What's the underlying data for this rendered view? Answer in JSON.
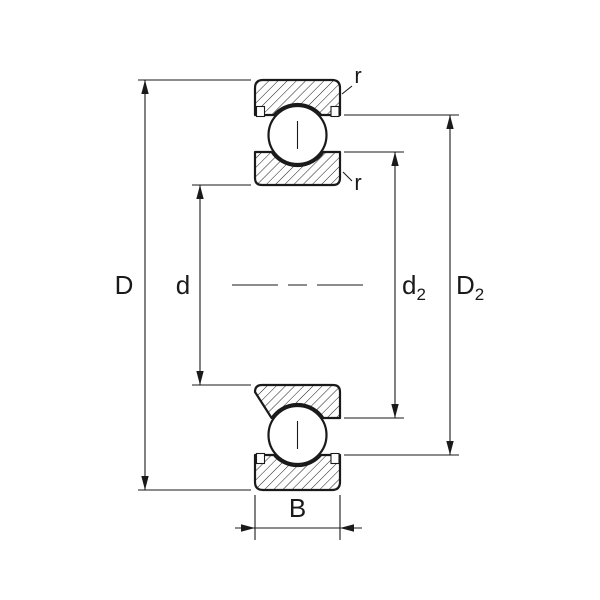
{
  "diagram": {
    "type": "bearing-cross-section-drawing",
    "labels": {
      "outer_diameter": "D",
      "bore_diameter": "d",
      "shoulder_inner_main": "d",
      "shoulder_inner_sub": "2",
      "shoulder_outer_main": "D",
      "shoulder_outer_sub": "2",
      "width": "B",
      "chamfer_outer": "r",
      "chamfer_inner": "r"
    },
    "colors": {
      "line": "#1a1a1a",
      "background": "#ffffff"
    }
  }
}
